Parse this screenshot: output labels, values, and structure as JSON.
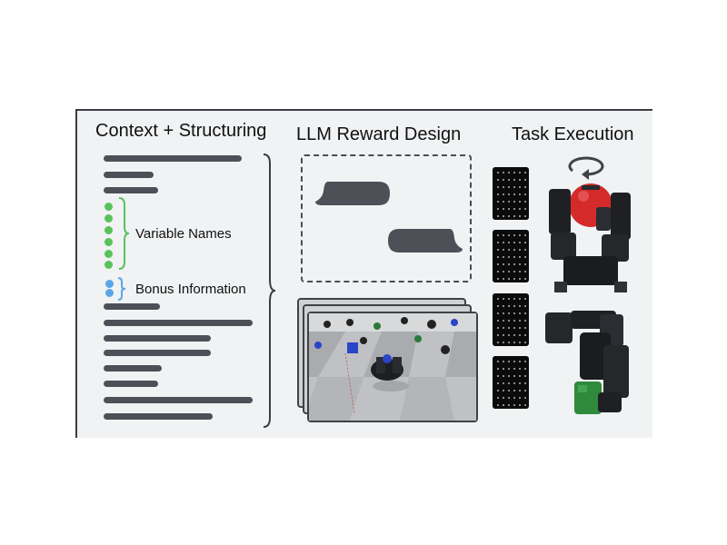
{
  "headings": {
    "context": "Context + Structuring",
    "llm": "LLM Reward Design",
    "task": "Task Execution"
  },
  "labels": {
    "variable_names": "Variable Names",
    "bonus_information": "Bonus Information"
  },
  "colors": {
    "panel_bg": "#f0f2f4",
    "text_bar": "#4d5057",
    "variable_dots": "#59c25a",
    "bonus_dots": "#5aa6e6",
    "robot_red": "#d42a2a",
    "robot_green": "#2f8a3c"
  },
  "icons": {
    "rotate": "rotate-arrow-icon",
    "chat_left": "chat-bubble-left-icon",
    "chat_right": "chat-bubble-right-icon"
  }
}
